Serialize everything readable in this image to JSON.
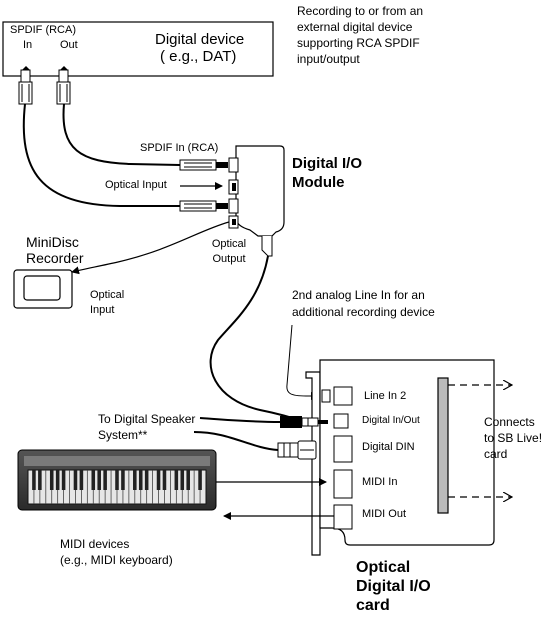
{
  "dat_device": {
    "spdif_header": "SPDIF (RCA)",
    "in_label": "In",
    "out_label": "Out",
    "name": "Digital device",
    "example": "( e.g., DAT)"
  },
  "recording_note": [
    "Recording to or from an",
    "external digital device",
    "supporting RCA SPDIF",
    "input/output"
  ],
  "module": {
    "spdif_in_label": "SPDIF In (RCA)",
    "optical_input_label": "Optical Input",
    "optical_output_label": [
      "Optical",
      "Output"
    ],
    "title": [
      "Digital I/O",
      "Module"
    ]
  },
  "minidisc": {
    "name": [
      "MiniDisc",
      "Recorder"
    ],
    "input_label": [
      "Optical",
      "Input"
    ]
  },
  "line_in_note": [
    "2nd analog Line In for an",
    "additional recording device"
  ],
  "speaker_note": [
    "To Digital Speaker",
    "System**"
  ],
  "card": {
    "ports": [
      "Line In 2",
      "Digital In/Out",
      "Digital DIN",
      "MIDI In",
      "MIDI Out"
    ],
    "connects": [
      "Connects",
      "to SB Live!",
      "card"
    ],
    "title": [
      "Optical",
      "Digital I/O",
      "card"
    ]
  },
  "midi": {
    "devices": [
      "MIDI devices",
      "(e.g., MIDI keyboard)"
    ]
  }
}
